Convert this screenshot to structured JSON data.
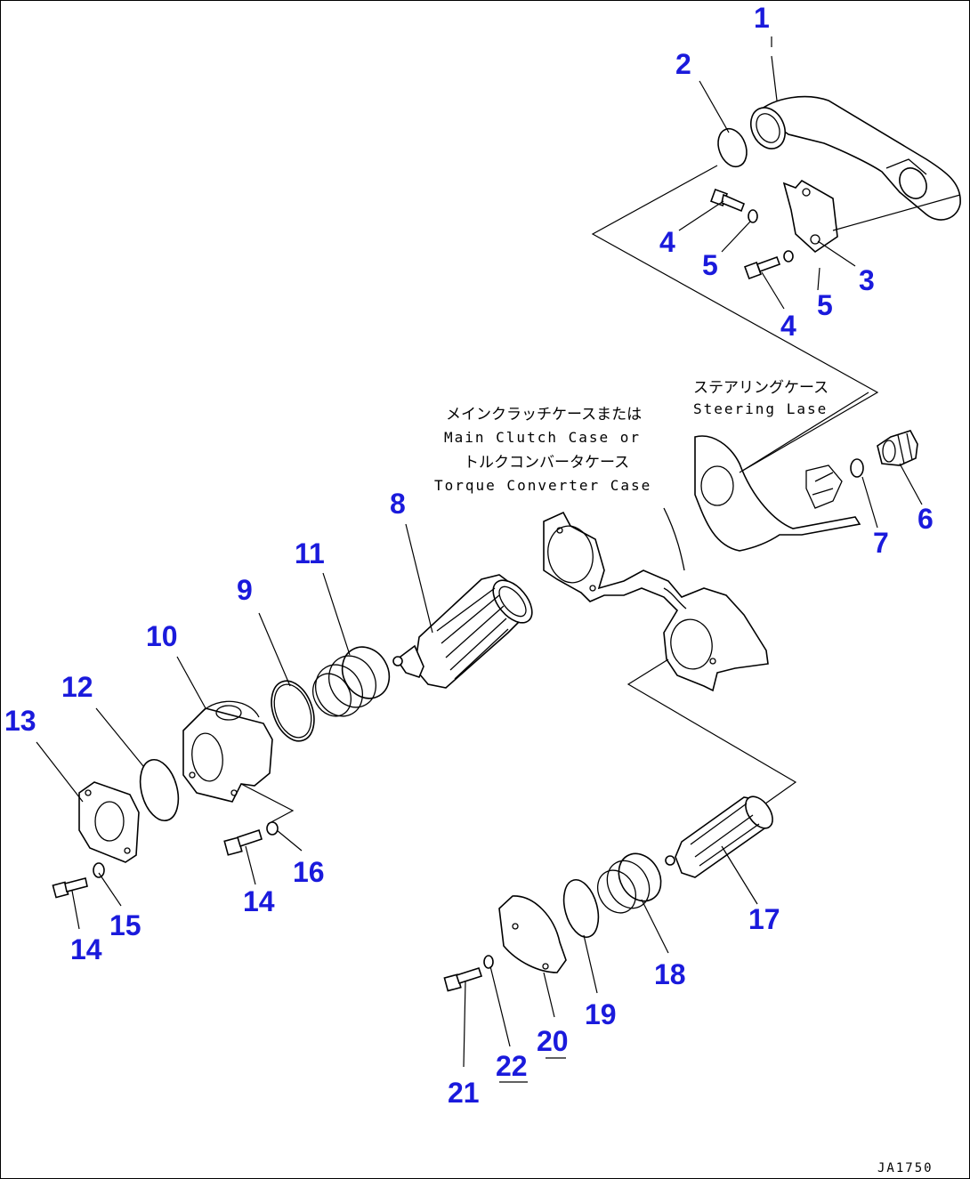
{
  "callouts": {
    "c1": "1",
    "c2": "2",
    "c3": "3",
    "c4a": "4",
    "c5a": "5",
    "c5b": "5",
    "c4b": "4",
    "c6": "6",
    "c7": "7",
    "c8": "8",
    "c9": "9",
    "c10": "10",
    "c11": "11",
    "c12": "12",
    "c13": "13",
    "c14a": "14",
    "c14b": "14",
    "c15": "15",
    "c16": "16",
    "c17": "17",
    "c18": "18",
    "c19": "19",
    "c20": "20",
    "c21": "21",
    "c22": "22"
  },
  "labels": {
    "steering_jp": "ステアリングケース",
    "steering_en": "Steering Lase",
    "main_jp": "メインクラッチケースまたは",
    "main_en": "Main Clutch Case or",
    "torque_jp": "トルクコンバータケース",
    "torque_en": "Torque Converter Case"
  },
  "drawing_code": "JA1750",
  "colors": {
    "callout": "#1a1adc",
    "line": "#000000"
  }
}
